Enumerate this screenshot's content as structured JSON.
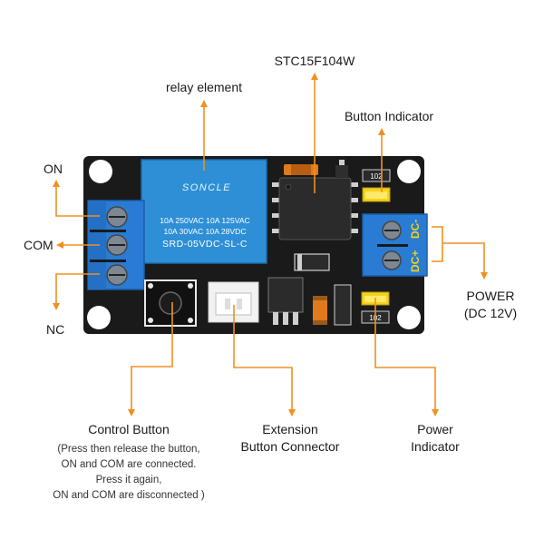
{
  "labels": {
    "relay_element": "relay element",
    "mcu": "STC15F104W",
    "button_indicator": "Button Indicator",
    "on": "ON",
    "com": "COM",
    "nc": "NC",
    "power_line1": "POWER",
    "power_line2": "(DC 12V)",
    "control_button": "Control Button",
    "extension_line1": "Extension",
    "extension_line2": "Button Connector",
    "power_indicator_line1": "Power",
    "power_indicator_line2": "Indicator"
  },
  "control_note": [
    "(Press then release the button,",
    "ON and COM are connected.",
    "Press it again,",
    "ON and COM are disconnected )"
  ],
  "relay": {
    "brand": "SONCLE",
    "line1": "10A 250VAC 10A 125VAC",
    "line2": "10A 30VAC   10A  28VDC",
    "line3": "SRD-05VDC-SL-C"
  },
  "board": {
    "resistor_top": "102",
    "resistor_bottom": "102",
    "dc_plus": "DC+",
    "dc_minus": "DC-"
  },
  "colors": {
    "pcb": "#1a1a1a",
    "relay": "#2e8fd6",
    "terminal": "#2a7bd4",
    "arrow": "#f0901e",
    "led": "#f5d21a"
  }
}
